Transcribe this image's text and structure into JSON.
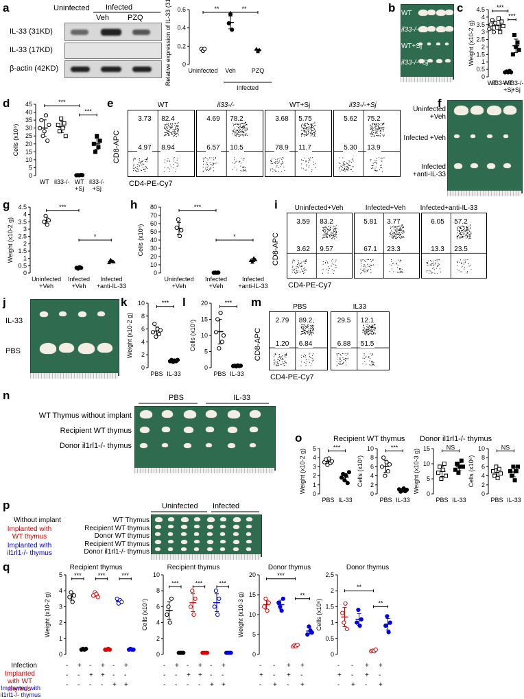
{
  "panels": {
    "a": {
      "label": "a",
      "blot": {
        "group_uninfected": "Uninfected",
        "group_infected": "Infected",
        "col_veh": "Veh",
        "col_pzq": "PZQ",
        "rows": [
          "IL-33 (31KD)",
          "IL-33 (17KD)",
          "β-actin (42KD)"
        ]
      },
      "chart": {
        "ylabel": "Relative expression of IL-33 (31KD)",
        "yticks": [
          "0",
          "0.2",
          "0.4",
          "0.6"
        ],
        "xticks": [
          "Uninfected",
          "Veh",
          "PZQ"
        ],
        "xgroup": "Infected",
        "sig": [
          "**",
          "**"
        ]
      }
    },
    "b": {
      "label": "b",
      "rows": [
        "WT",
        "il33-/-",
        "WT+Sj",
        "il33-/-+Sj"
      ]
    },
    "c": {
      "label": "c",
      "ylabel": "Weight (x10-2 g)",
      "yticks": [
        "0",
        "0.5",
        "1",
        "1.5",
        "2",
        "2.5",
        "3",
        "3.5",
        "4",
        "4.5"
      ],
      "xticks": [
        "WT",
        "il33-/-",
        "WT +Sj",
        "il33-/- +Sj"
      ],
      "sig": [
        "***",
        "***"
      ]
    },
    "d": {
      "label": "d",
      "ylabel": "Cells (x10⁶)",
      "yticks": [
        "0",
        "5",
        "10",
        "15",
        "20",
        "25",
        "30",
        "35",
        "40",
        "45"
      ],
      "xticks": [
        "WT",
        "il33-/-",
        "WT +Sj",
        "il33-/- +Sj"
      ],
      "sig": [
        "***",
        "***"
      ]
    },
    "e": {
      "label": "e",
      "yaxis": "CD8-APC",
      "xaxis": "CD4-PE-Cy7",
      "plots": [
        {
          "title": "WT",
          "q": [
            "3.73",
            "82.4",
            "4.97",
            "8.94"
          ]
        },
        {
          "title": "il33-/-",
          "q": [
            "4.69",
            "78.2",
            "6.57",
            "10.5"
          ]
        },
        {
          "title": "WT+Sj",
          "q": [
            "3.68",
            "5.75",
            "78.9",
            "11.7"
          ]
        },
        {
          "title": "il33-/-+Sj",
          "q": [
            "5.62",
            "75.2",
            "5.30",
            "13.9"
          ]
        }
      ]
    },
    "f": {
      "label": "f",
      "rows": [
        "Uninfected +Veh",
        "Infected +Veh",
        "Infected +anti-IL-33"
      ]
    },
    "g": {
      "label": "g",
      "ylabel": "Weight (x10-2 g)",
      "yticks": [
        "0",
        "0.5",
        "1",
        "1.5",
        "2",
        "2.5",
        "3",
        "3.5",
        "4",
        "4.5"
      ],
      "xticks": [
        "Uninfected +Veh",
        "Infected +Veh",
        "Infected +anti-IL-33"
      ],
      "sig": [
        "***",
        "*"
      ]
    },
    "h": {
      "label": "h",
      "ylabel": "Cells (x10⁶)",
      "yticks": [
        "0",
        "10",
        "20",
        "30",
        "40",
        "50",
        "60",
        "70",
        "80"
      ],
      "xticks": [
        "Uninfected +Veh",
        "Infected +Veh",
        "Infected +anti-IL-33"
      ],
      "sig": [
        "***",
        "*"
      ]
    },
    "i": {
      "label": "i",
      "yaxis": "CD8-APC",
      "xaxis": "CD4-PE-Cy7",
      "plots": [
        {
          "title": "Uninfected+Veh",
          "q": [
            "3.59",
            "83.2",
            "3.62",
            "9.57"
          ]
        },
        {
          "title": "Infected+Veh",
          "q": [
            "5.81",
            "3.77",
            "67.1",
            "23.3"
          ]
        },
        {
          "title": "Infected+anti-IL-33",
          "q": [
            "6.05",
            "57.2",
            "13.3",
            "23.5"
          ]
        }
      ]
    },
    "j": {
      "label": "j",
      "rows": [
        "IL-33",
        "PBS"
      ]
    },
    "k": {
      "label": "k",
      "ylabel": "Weight (x10-2 g)",
      "yticks": [
        "0",
        "2",
        "4",
        "6",
        "8",
        "10"
      ],
      "xticks": [
        "PBS",
        "IL-33"
      ],
      "sig": [
        "***"
      ]
    },
    "l": {
      "label": "l",
      "ylabel": "Cells (x10⁷)",
      "yticks": [
        "0",
        "5",
        "10",
        "15",
        "20"
      ],
      "xticks": [
        "PBS",
        "IL-33"
      ],
      "sig": [
        "***"
      ]
    },
    "m": {
      "label": "m",
      "yaxis": "CD8-APC",
      "xaxis": "CD4-PE-Cy7",
      "plots": [
        {
          "title": "PBS",
          "q": [
            "2.79",
            "89.2",
            "1.20",
            "6.84"
          ]
        },
        {
          "title": "IL33",
          "q": [
            "29.5",
            "12.1",
            "6.88",
            "51.5"
          ]
        }
      ]
    },
    "n": {
      "label": "n",
      "groups": [
        "PBS",
        "IL-33"
      ],
      "rows": [
        "WT Thymus without implant",
        "Recipient WT thymus",
        "Donor il1rl1-/- thymus"
      ]
    },
    "o": {
      "label": "o",
      "title_left": "Recipient WT thymus",
      "title_right": "Donor il1rl1-/- thymus",
      "charts": [
        {
          "ylabel": "Weight (x10-2 g)",
          "yticks": [
            "0",
            "1",
            "2",
            "3",
            "4",
            "5"
          ],
          "sig": "***"
        },
        {
          "ylabel": "Cells (x10⁷)",
          "yticks": [
            "0",
            "2",
            "4",
            "6",
            "8",
            "10"
          ],
          "sig": "***"
        },
        {
          "ylabel": "Weight (x10-3 g)",
          "yticks": [
            "0",
            "5",
            "10",
            "15"
          ],
          "sig": "NS"
        },
        {
          "ylabel": "Cells (x10⁶)",
          "yticks": [
            "0",
            "2",
            "4",
            "6",
            "8",
            "10"
          ],
          "sig": "NS"
        }
      ],
      "xticks": [
        "PBS",
        "IL-33"
      ]
    },
    "p": {
      "label": "p",
      "groups": [
        "Uninfected",
        "Infected"
      ],
      "left_labels": [
        "Without implant",
        "Implanted with WT thymus",
        "Implanted with il1rl1-/- thymus"
      ],
      "rows": [
        "WT Thymus",
        "Recipient WT thymus",
        "Donor WT thymus",
        "Recipient WT thymus",
        "Donor il1rl1-/- thymus"
      ]
    },
    "q": {
      "label": "q",
      "charts": [
        {
          "title": "Recipient thymus",
          "ylabel": "Weight (x10-2 g)",
          "yticks": [
            "0",
            "1",
            "2",
            "3",
            "4",
            "5"
          ],
          "sig": [
            "***",
            "***",
            "***"
          ]
        },
        {
          "title": "Recipient thymus",
          "ylabel": "Cells (x10⁷)",
          "yticks": [
            "0",
            "2",
            "4",
            "6",
            "8",
            "10"
          ],
          "sig": [
            "***",
            "***",
            "***"
          ]
        },
        {
          "title": "Donor thymus",
          "ylabel": "Weight (x10-3 g)",
          "yticks": [
            "0",
            "5",
            "10",
            "15",
            "20"
          ],
          "sig": [
            "***",
            "**"
          ]
        },
        {
          "title": "Donor thymus",
          "ylabel": "Cells (x10⁶)",
          "yticks": [
            "0",
            "0.5",
            "1",
            "1.5",
            "2",
            "2.5"
          ],
          "sig": [
            "**",
            "**"
          ]
        }
      ],
      "rowlabels": [
        "Infection",
        "Implanted with WT thymus",
        "Implanted with il1rl1-/- thymus"
      ]
    }
  },
  "colors": {
    "red": "#e00000",
    "blue": "#0000e0",
    "black": "#000000",
    "photo_bg": "#2f6b4f"
  },
  "chart_data": [
    {
      "panel": "a",
      "type": "scatter",
      "categories": [
        "Uninfected",
        "Veh",
        "PZQ"
      ],
      "series": [
        {
          "values": [
            [
              0.17,
              0.15,
              0.17
            ],
            [
              0.45,
              0.55,
              0.38
            ],
            [
              0.17,
              0.14,
              0.16
            ]
          ]
        }
      ],
      "ylabel": "Relative expression of IL-33 (31KD)",
      "ylim": [
        0,
        0.6
      ]
    },
    {
      "panel": "c",
      "type": "scatter",
      "categories": [
        "WT",
        "il33-/-",
        "WT +Sj",
        "il33-/- +Sj"
      ],
      "series": [
        {
          "values": [
            [
              3.2,
              3.5,
              3.8,
              3.0,
              3.6
            ],
            [
              3.3,
              3.9,
              3.0,
              3.7,
              3.4
            ],
            [
              0.3,
              0.35,
              0.3,
              0.4,
              0.3
            ],
            [
              1.5,
              2.8,
              2.0,
              2.3,
              1.8
            ]
          ]
        }
      ],
      "ylabel": "Weight (x10-2 g)",
      "ylim": [
        0,
        4.5
      ]
    },
    {
      "panel": "d",
      "type": "scatter",
      "categories": [
        "WT",
        "il33-/-",
        "WT +Sj",
        "il33-/- +Sj"
      ],
      "series": [
        {
          "values": [
            [
              30,
              35,
              25,
              28,
              38,
              22,
              32
            ],
            [
              32,
              28,
              36,
              30,
              33,
              25
            ],
            [
              0.2,
              0.3,
              0.2,
              0.4,
              0.3
            ],
            [
              20,
              15,
              25,
              18,
              22
            ]
          ]
        }
      ],
      "ylabel": "Cells (x10⁶)",
      "ylim": [
        0,
        45
      ]
    },
    {
      "panel": "g",
      "type": "scatter",
      "categories": [
        "Uninfected +Veh",
        "Infected +Veh",
        "Infected +anti-IL-33"
      ],
      "series": [
        {
          "values": [
            [
              3.5,
              3.9,
              3.3,
              3.6
            ],
            [
              0.35,
              0.3,
              0.4,
              0.35
            ],
            [
              0.7,
              0.9,
              0.8,
              0.75
            ]
          ]
        }
      ],
      "ylabel": "Weight (x10-2 g)",
      "ylim": [
        0,
        4.5
      ]
    },
    {
      "panel": "h",
      "type": "scatter",
      "categories": [
        "Uninfected +Veh",
        "Infected +Veh",
        "Infected +anti-IL-33"
      ],
      "series": [
        {
          "values": [
            [
              55,
              65,
              45,
              52
            ],
            [
              0.3,
              0.4,
              0.3,
              0.5
            ],
            [
              15,
              13,
              18,
              16
            ]
          ]
        }
      ],
      "ylabel": "Cells (x10⁶)",
      "ylim": [
        0,
        80
      ]
    },
    {
      "panel": "k",
      "type": "scatter",
      "categories": [
        "PBS",
        "IL-33"
      ],
      "series": [
        {
          "values": [
            [
              5.5,
              6.8,
              4.8,
              6.0,
              5.2,
              5.8
            ],
            [
              1.0,
              1.2,
              0.9,
              1.1,
              1.0,
              1.2
            ]
          ]
        }
      ],
      "ylabel": "Weight (x10-2 g)",
      "ylim": [
        0,
        10
      ]
    },
    {
      "panel": "l",
      "type": "scatter",
      "categories": [
        "PBS",
        "IL-33"
      ],
      "series": [
        {
          "values": [
            [
              11,
              15,
              6,
              17,
              8,
              10
            ],
            [
              0.5,
              0.6,
              0.4,
              0.7,
              0.5,
              0.6
            ]
          ]
        }
      ],
      "ylabel": "Cells (x10⁷)",
      "ylim": [
        0,
        20
      ]
    },
    {
      "panel": "o1",
      "type": "scatter",
      "categories": [
        "PBS",
        "IL-33"
      ],
      "series": [
        {
          "values": [
            [
              3.5,
              3.8,
              3.2,
              3.9,
              3.4,
              3.6
            ],
            [
              1.8,
              2.2,
              1.5,
              2.0,
              1.2,
              2.4
            ]
          ]
        }
      ],
      "ylabel": "Weight (x10-2 g)",
      "ylim": [
        0,
        5
      ]
    },
    {
      "panel": "o2",
      "type": "scatter",
      "categories": [
        "PBS",
        "IL-33"
      ],
      "series": [
        {
          "values": [
            [
              6,
              8,
              4,
              7,
              5,
              6.5
            ],
            [
              1,
              0.5,
              0.8,
              1.2,
              0.6,
              0.9
            ]
          ]
        }
      ],
      "ylabel": "Cells (x10⁷)",
      "ylim": [
        0,
        10
      ]
    },
    {
      "panel": "o3",
      "type": "scatter",
      "categories": [
        "PBS",
        "IL-33"
      ],
      "series": [
        {
          "values": [
            [
              7,
              9,
              5,
              8,
              10,
              6
            ],
            [
              8,
              10,
              7,
              9,
              11,
              9
            ]
          ]
        }
      ],
      "ylabel": "Weight (x10-3 g)",
      "ylim": [
        0,
        15
      ]
    },
    {
      "panel": "o4",
      "type": "scatter",
      "categories": [
        "PBS",
        "IL-33"
      ],
      "series": [
        {
          "values": [
            [
              5,
              4,
              6,
              3.5,
              5.5,
              4.5
            ],
            [
              5,
              4,
              6,
              3,
              5,
              6
            ]
          ]
        }
      ],
      "ylabel": "Cells (x10⁶)",
      "ylim": [
        0,
        10
      ]
    },
    {
      "panel": "q1",
      "type": "scatter",
      "categories": [
        "1",
        "2",
        "3",
        "4",
        "5",
        "6"
      ],
      "series": [
        {
          "name": "",
          "color": "#000000",
          "values": [
            [
              3.6,
              3.9,
              3.3,
              3.7
            ],
            [
              0.3,
              0.35,
              0.3,
              0.35
            ],
            null,
            null,
            null,
            null
          ]
        },
        {
          "name": "",
          "color": "#e00000",
          "values": [
            null,
            null,
            [
              3.7,
              3.9,
              3.8,
              3.6
            ],
            [
              0.3,
              0.3,
              0.35,
              0.3
            ],
            null,
            null
          ]
        },
        {
          "name": "",
          "color": "#0000e0",
          "values": [
            null,
            null,
            null,
            null,
            [
              3.5,
              3.2,
              3.4,
              3.3
            ],
            [
              0.3,
              0.35,
              0.3,
              0.3
            ]
          ]
        }
      ],
      "ylabel": "Weight (x10-2 g)",
      "ylim": [
        0,
        5
      ]
    },
    {
      "panel": "q2",
      "type": "scatter",
      "categories": [
        "1",
        "2",
        "3",
        "4",
        "5",
        "6"
      ],
      "series": [
        {
          "name": "",
          "color": "#000000",
          "values": [
            [
              5,
              6,
              4,
              7
            ],
            [
              0.2,
              0.2,
              0.2,
              0.2
            ],
            null,
            null,
            null,
            null
          ]
        },
        {
          "name": "",
          "color": "#e00000",
          "values": [
            null,
            null,
            [
              6,
              8,
              5,
              7
            ],
            [
              0.2,
              0.2,
              0.2,
              0.2
            ],
            null,
            null
          ]
        },
        {
          "name": "",
          "color": "#0000e0",
          "values": [
            null,
            null,
            null,
            null,
            [
              6,
              8,
              5,
              7
            ],
            [
              0.2,
              0.2,
              0.2,
              0.2
            ]
          ]
        }
      ],
      "ylabel": "Cells (x10⁷)",
      "ylim": [
        0,
        10
      ]
    },
    {
      "panel": "q3",
      "type": "scatter",
      "categories": [
        "1",
        "2",
        "3",
        "4"
      ],
      "series": [
        {
          "name": "",
          "color": "#e00000",
          "values": [
            [
              12,
              14,
              11,
              13
            ],
            null,
            [
              2,
              2.3,
              2.1,
              2.4
            ],
            null
          ]
        },
        {
          "name": "",
          "color": "#0000e0",
          "values": [
            null,
            [
              13,
              12,
              11,
              14
            ],
            null,
            [
              5,
              7,
              6,
              5.5
            ]
          ]
        }
      ],
      "ylabel": "Weight (x10-3 g)",
      "ylim": [
        0,
        20
      ]
    },
    {
      "panel": "q4",
      "type": "scatter",
      "categories": [
        "1",
        "2",
        "3",
        "4"
      ],
      "series": [
        {
          "name": "",
          "color": "#e00000",
          "values": [
            [
              1.3,
              1.0,
              1.6,
              0.8
            ],
            null,
            [
              0.1,
              0.12,
              0.1,
              0.15
            ],
            null
          ]
        },
        {
          "name": "",
          "color": "#0000e0",
          "values": [
            null,
            [
              1.0,
              1.4,
              0.9,
              1.1
            ],
            null,
            [
              0.9,
              1.2,
              0.7,
              1.0
            ]
          ]
        }
      ],
      "ylabel": "Cells (x10⁶)",
      "ylim": [
        0,
        2.5
      ]
    }
  ]
}
